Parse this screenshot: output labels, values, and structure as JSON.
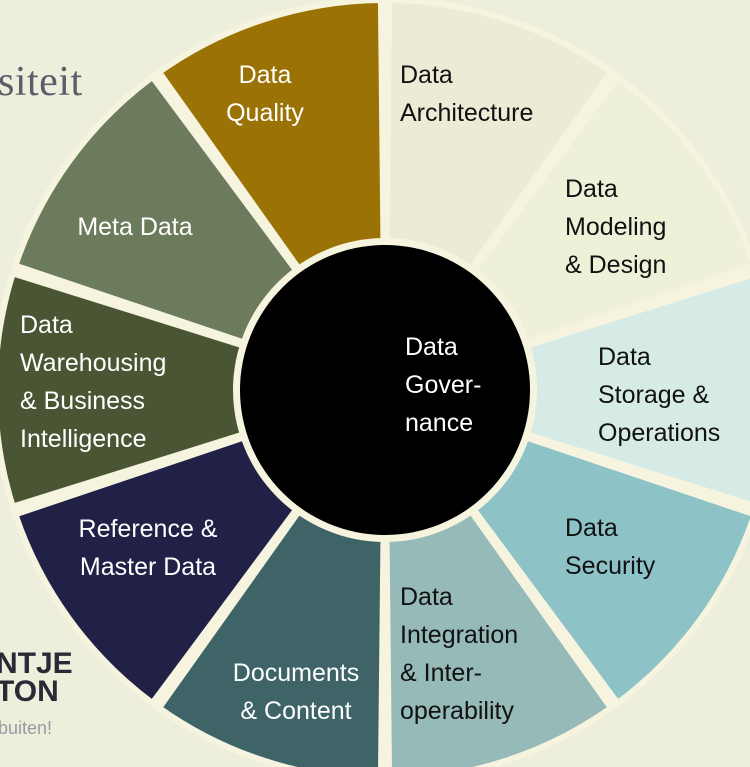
{
  "background": {
    "university_text": "siteit",
    "brand_line1": "NTJE",
    "brand_line2": "TON",
    "tagline": "buiten!"
  },
  "center": {
    "lines": [
      "Data",
      "Gover-",
      "nance"
    ],
    "fill": "#000000",
    "text_color": "#ffffff"
  },
  "segments": [
    {
      "name": "segment-data-architecture",
      "lines": [
        "Data",
        "Architecture"
      ],
      "fill": "#ecebd6",
      "text_color": "#111111"
    },
    {
      "name": "segment-data-modeling-design",
      "lines": [
        "Data",
        "Modeling",
        "& Design"
      ],
      "fill": "#eff0d8",
      "text_color": "#111111"
    },
    {
      "name": "segment-data-storage-operations",
      "lines": [
        "Data",
        "Storage &",
        "Operations"
      ],
      "fill": "#d6eae6",
      "text_color": "#111111"
    },
    {
      "name": "segment-data-security",
      "lines": [
        "Data",
        "Security"
      ],
      "fill": "#8dc3c7",
      "text_color": "#111111"
    },
    {
      "name": "segment-data-integration-interoperability",
      "lines": [
        "Data",
        "Integration",
        "& Inter-",
        "operability"
      ],
      "fill": "#95bab7",
      "text_color": "#111111"
    },
    {
      "name": "segment-documents-content",
      "lines": [
        "Documents",
        "& Content"
      ],
      "fill": "#3e6468",
      "text_color": "#ffffff"
    },
    {
      "name": "segment-reference-master-data",
      "lines": [
        "Reference &",
        "Master Data"
      ],
      "fill": "#212047",
      "text_color": "#ffffff"
    },
    {
      "name": "segment-data-warehousing-bi",
      "lines": [
        "Data",
        "Warehousing",
        "& Business",
        "Intelligence"
      ],
      "fill": "#4a5633",
      "text_color": "#ffffff"
    },
    {
      "name": "segment-meta-data",
      "lines": [
        "Meta Data"
      ],
      "fill": "#6c7b5c",
      "text_color": "#ffffff"
    },
    {
      "name": "segment-data-quality",
      "lines": [
        "Data",
        "Quality"
      ],
      "fill": "#9b7205",
      "text_color": "#ffffff"
    }
  ]
}
